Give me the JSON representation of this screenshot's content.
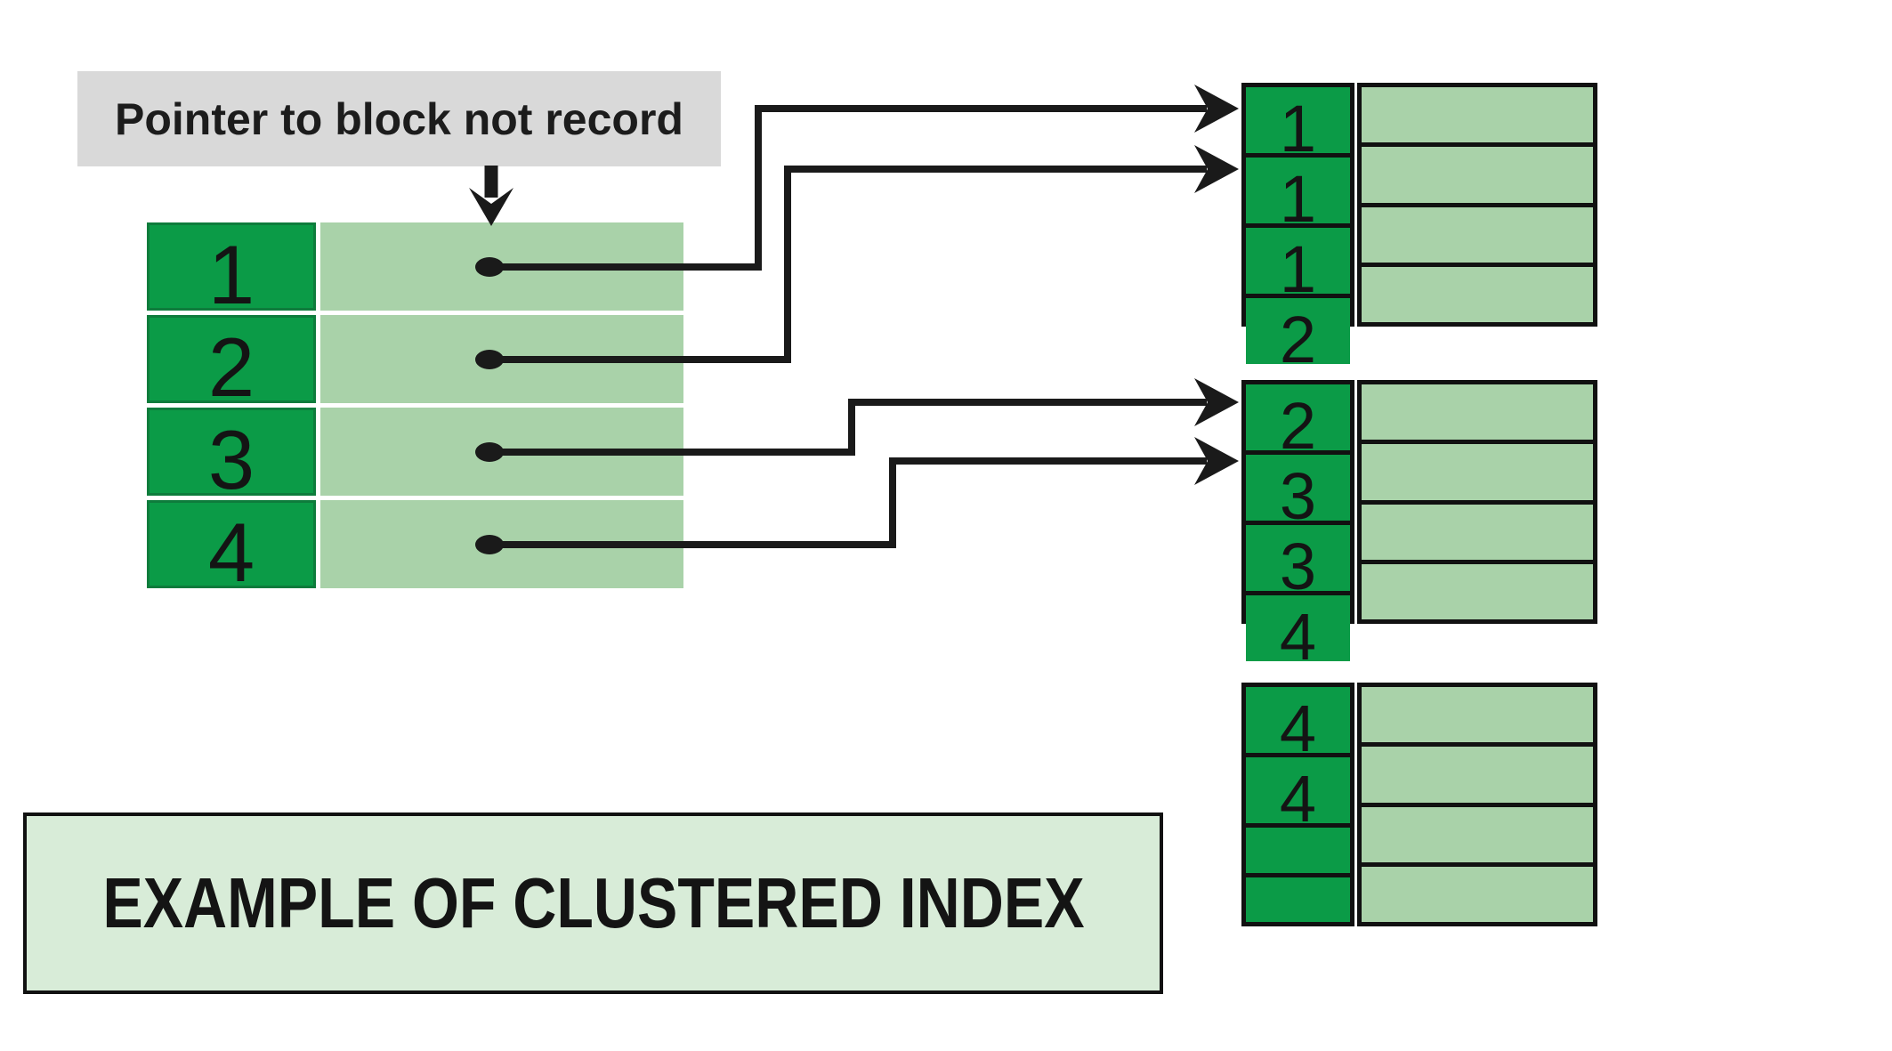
{
  "pointer_note": {
    "text": "Pointer to block not record"
  },
  "title": {
    "text": "EXAMPLE OF CLUSTERED INDEX"
  },
  "index_table": {
    "keys": [
      "1",
      "2",
      "3",
      "4"
    ]
  },
  "blocks": [
    {
      "keys": [
        "1",
        "1",
        "1",
        "2"
      ]
    },
    {
      "keys": [
        "2",
        "3",
        "3",
        "4"
      ]
    },
    {
      "keys": [
        "4",
        "4",
        "",
        ""
      ]
    }
  ],
  "arrows": [
    {
      "from_index_key": "1",
      "to_block": 1,
      "to_row": 1
    },
    {
      "from_index_key": "2",
      "to_block": 1,
      "to_row": 2
    },
    {
      "from_index_key": "3",
      "to_block": 2,
      "to_row": 1
    },
    {
      "from_index_key": "4",
      "to_block": 2,
      "to_row": 2
    }
  ],
  "colors": {
    "key_green": "#0b9b47",
    "key_border_green": "#0e7c3c",
    "cell_light_green": "#a9d2a9",
    "title_bg_green": "#d8ecd8",
    "label_gray": "#d9d9d9",
    "line_black": "#1a1a1a"
  }
}
